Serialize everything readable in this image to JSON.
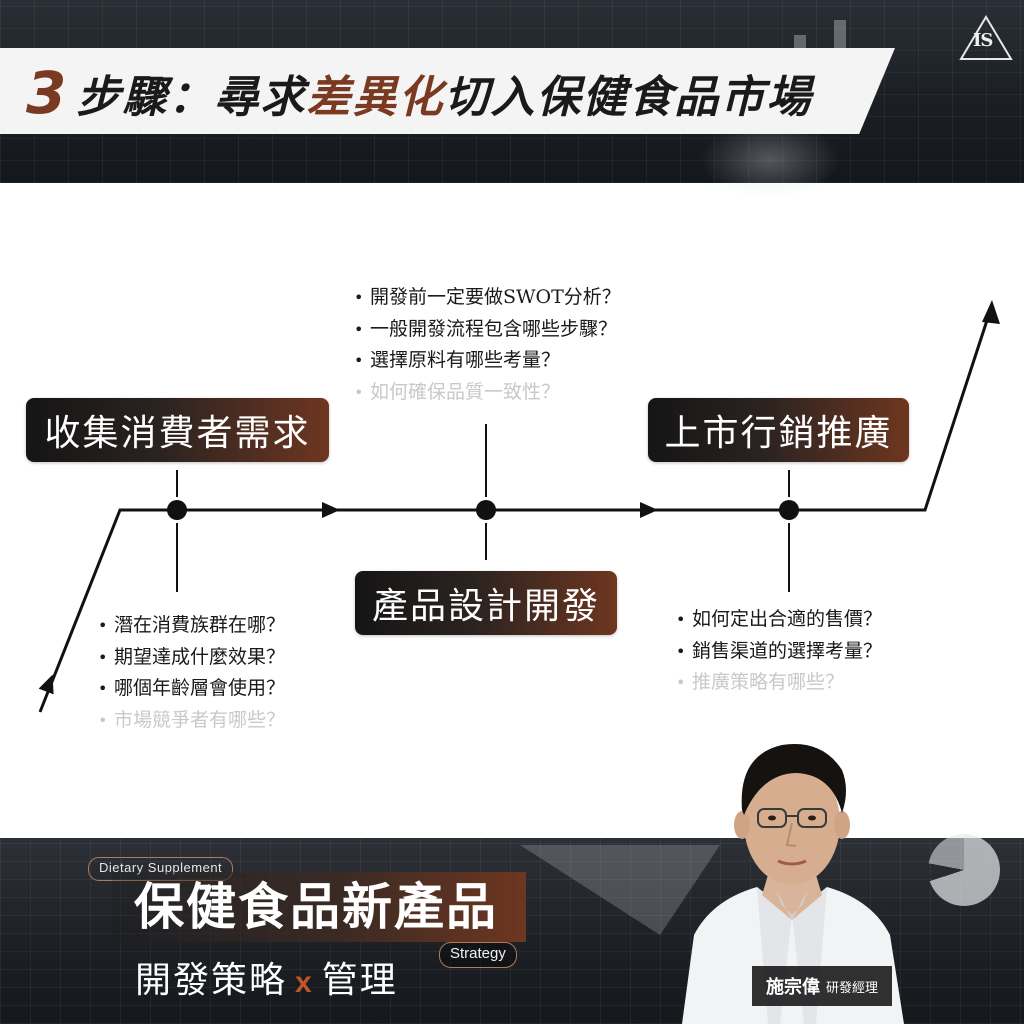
{
  "header": {
    "title_number": "3",
    "title_prefix": "步驟：尋求",
    "title_accent": "差異化",
    "title_suffix": "切入保健食品市場",
    "logo_text": "IS"
  },
  "stages": [
    {
      "label": "收集消費者需求"
    },
    {
      "label": "產品設計開發"
    },
    {
      "label": "上市行銷推廣"
    }
  ],
  "lists": {
    "consumer": [
      "潛在消費族群在哪？",
      "期望達成什麼效果？",
      "哪個年齡層會使用？",
      "市場競爭者有哪些？"
    ],
    "design": [
      "開發前一定要做SWOT分析？",
      "一般開發流程包含哪些步驟？",
      "選擇原料有哪些考量？",
      "如何確保品質一致性？"
    ],
    "marketing": [
      "如何定出合適的售價？",
      "銷售渠道的選擇考量？",
      "推廣策略有哪些？"
    ]
  },
  "footer": {
    "tag_dietary": "Dietary Supplement",
    "main_title": "保健食品新產品",
    "tag_strategy": "Strategy",
    "subtitle_left": "開發策略",
    "subtitle_x": "x",
    "subtitle_right": "管理",
    "presenter_name": "施宗偉",
    "presenter_role": "研發經理"
  },
  "colors": {
    "accent": "#7a3a22",
    "stage_gradient_end": "#6e3620",
    "dark": "#151515"
  }
}
